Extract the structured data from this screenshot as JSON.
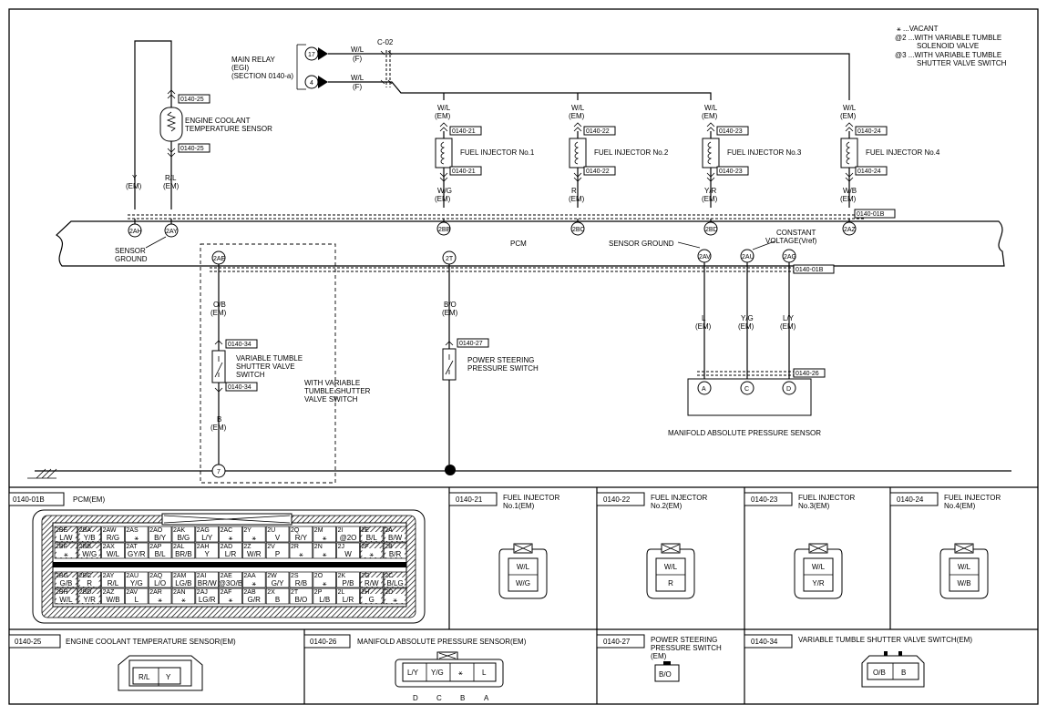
{
  "legend": {
    "vacant": "⚹ ...VACANT",
    "note2a": "@2 ...WITH VARIABLE TUMBLE",
    "note2b": "SOLENOID VALVE",
    "note3a": "@3 ...WITH VARIABLE TUMBLE",
    "note3b": "SHUTTER VALVE SWITCH"
  },
  "main_relay": {
    "line1": "MAIN RELAY",
    "line2": "(EGI)",
    "line3": "(SECTION 0140-a)",
    "term17": "17",
    "term4": "4",
    "w17": "W/L",
    "w17b": "(F)",
    "w4": "W/L",
    "w4b": "(F)",
    "conn": "C-02"
  },
  "ect": {
    "ref_top": "0140-25",
    "ref_bot": "0140-25",
    "name1": "ENGINE COOLANT",
    "name2": "TEMPERATURE SENSOR",
    "wire_y": "Y",
    "wire_y2": "(EM)",
    "wire_rl": "R/L",
    "wire_rl2": "(EM)",
    "t_2ah": "2AH",
    "t_2ay": "2AY",
    "sg1": "SENSOR",
    "sg2": "GROUND"
  },
  "injectors": [
    {
      "wtop": "W/L",
      "wtop2": "(EM)",
      "ref1": "0140-21",
      "ref2": "0140-21",
      "name": "FUEL INJECTOR No.1",
      "wbot": "W/G",
      "wbot2": "(EM)",
      "term": "2BB"
    },
    {
      "wtop": "W/L",
      "wtop2": "(EM)",
      "ref1": "0140-22",
      "ref2": "0140-22",
      "name": "FUEL INJECTOR No.2",
      "wbot": "R",
      "wbot2": "(EM)",
      "term": "2BC"
    },
    {
      "wtop": "W/L",
      "wtop2": "(EM)",
      "ref1": "0140-23",
      "ref2": "0140-23",
      "name": "FUEL INJECTOR No.3",
      "wbot": "Y/R",
      "wbot2": "(EM)",
      "term": "2BD"
    },
    {
      "wtop": "W/L",
      "wtop2": "(EM)",
      "ref1": "0140-24",
      "ref2": "0140-24",
      "name": "FUEL INJECTOR No.4",
      "wbot": "W/B",
      "wbot2": "(EM)",
      "term": "2AZ"
    }
  ],
  "pcm": {
    "label": "PCM",
    "ref1": "0140-01B",
    "ref2": "0140-01B",
    "sg": "SENSOR GROUND",
    "cv1": "CONSTANT",
    "cv2": "VOLTAGE(Vref)",
    "t_2ae": "2AE",
    "t_2t": "2T",
    "t_2av": "2AV",
    "t_2au": "2AU",
    "t_2ag": "2AG"
  },
  "vtsv": {
    "wire1": "O/B",
    "wire1b": "(EM)",
    "ref1": "0140-34",
    "ref2": "0140-34",
    "name1": "VARIABLE TUMBLE",
    "name2": "SHUTTER VALVE",
    "name3": "SWITCH",
    "wire2": "B",
    "wire2b": "(EM)",
    "gnd": "7",
    "with1": "WITH VARIABLE",
    "with2": "TUMBLE SHUTTER",
    "with3": "VALVE SWITCH"
  },
  "pss": {
    "wire": "B/O",
    "wire2": "(EM)",
    "ref": "0140-27",
    "name1": "POWER STEERING",
    "name2": "PRESSURE SWITCH"
  },
  "map": {
    "w1": "L",
    "w1b": "(EM)",
    "w2": "Y/G",
    "w2b": "(EM)",
    "w3": "L/Y",
    "w3b": "(EM)",
    "ref": "0140-26",
    "ta": "A",
    "tc": "C",
    "td": "D",
    "name": "MANIFOLD ABSOLUTE PRESSURE SENSOR"
  },
  "panels": {
    "pcm": {
      "code": "0140-01B",
      "title": "PCM(EM)"
    },
    "inj1": {
      "code": "0140-21",
      "t1": "FUEL INJECTOR",
      "t2": "No.1(EM)",
      "p1": "W/L",
      "p2": "W/G"
    },
    "inj2": {
      "code": "0140-22",
      "t1": "FUEL INJECTOR",
      "t2": "No.2(EM)",
      "p1": "W/L",
      "p2": "R"
    },
    "inj3": {
      "code": "0140-23",
      "t1": "FUEL INJECTOR",
      "t2": "No.3(EM)",
      "p1": "W/L",
      "p2": "Y/R"
    },
    "inj4": {
      "code": "0140-24",
      "t1": "FUEL INJECTOR",
      "t2": "No.4(EM)",
      "p1": "W/L",
      "p2": "W/B"
    },
    "ect": {
      "code": "0140-25",
      "title": "ENGINE COOLANT TEMPERATURE SENSOR(EM)",
      "p1": "R/L",
      "p2": "Y"
    },
    "map": {
      "code": "0140-26",
      "title": "MANIFOLD ABSOLUTE PRESSURE SENSOR(EM)",
      "p1": "L/Y",
      "p2": "Y/G",
      "p3": "⚹",
      "p4": "L",
      "l1": "D",
      "l2": "C",
      "l3": "B",
      "l4": "A"
    },
    "pss": {
      "code": "0140-27",
      "t1": "POWER STEERING",
      "t2": "PRESSURE SWITCH",
      "t3": "(EM)",
      "p1": "B/O"
    },
    "vtsv": {
      "code": "0140-34",
      "title": "VARIABLE TUMBLE SHUTTER VALVE SWITCH(EM)",
      "p1": "O/B",
      "p2": "B"
    }
  },
  "pcm_pins": [
    [
      [
        "2BE",
        "L/W"
      ],
      [
        "2BA",
        "Y/B"
      ],
      [
        "2AW",
        "R/G"
      ],
      [
        "2AS",
        "⚹"
      ],
      [
        "2AO",
        "B/Y"
      ],
      [
        "2AK",
        "B/G"
      ],
      [
        "2AG",
        "L/Y"
      ],
      [
        "2AC",
        "⚹"
      ],
      [
        "2Y",
        "⚹"
      ],
      [
        "2U",
        "V"
      ],
      [
        "2Q",
        "R/Y"
      ],
      [
        "2M",
        "⚹"
      ],
      [
        "2I",
        "@2O"
      ],
      [
        "2E",
        "B/L"
      ],
      [
        "2A",
        "B/W"
      ]
    ],
    [
      [
        "2BF",
        "⚹"
      ],
      [
        "2BB",
        "W/G"
      ],
      [
        "2AX",
        "W/L"
      ],
      [
        "2AT",
        "GY/R"
      ],
      [
        "2AP",
        "B/L"
      ],
      [
        "2AL",
        "BR/B"
      ],
      [
        "2AH",
        "Y"
      ],
      [
        "2AD",
        "L/R"
      ],
      [
        "2Z",
        "W/R"
      ],
      [
        "2V",
        "P"
      ],
      [
        "2R",
        "⚹"
      ],
      [
        "2N",
        "⚹"
      ],
      [
        "2J",
        "W"
      ],
      [
        "2F",
        "⚹"
      ],
      [
        "2B",
        "B/R"
      ]
    ],
    [
      [
        "2BG",
        "G/B"
      ],
      [
        "2BC",
        "R"
      ],
      [
        "2AY",
        "R/L"
      ],
      [
        "2AU",
        "Y/G"
      ],
      [
        "2AQ",
        "L/O"
      ],
      [
        "2AM",
        "LG/B"
      ],
      [
        "2AI",
        "BR/W"
      ],
      [
        "2AE",
        "@3O/B"
      ],
      [
        "2AA",
        "⚹"
      ],
      [
        "2W",
        "G/Y"
      ],
      [
        "2S",
        "R/B"
      ],
      [
        "2O",
        "⚹"
      ],
      [
        "2K",
        "P/B"
      ],
      [
        "2G",
        "R/W"
      ],
      [
        "2C",
        "B/LG"
      ]
    ],
    [
      [
        "2BH",
        "W/L"
      ],
      [
        "2BD",
        "Y/R"
      ],
      [
        "2AZ",
        "W/B"
      ],
      [
        "2AV",
        "L"
      ],
      [
        "2AR",
        "⚹"
      ],
      [
        "2AN",
        "⚹"
      ],
      [
        "2AJ",
        "LG/R"
      ],
      [
        "2AF",
        "⚹"
      ],
      [
        "2AB",
        "G/R"
      ],
      [
        "2X",
        "B"
      ],
      [
        "2T",
        "B/O"
      ],
      [
        "2P",
        "L/B"
      ],
      [
        "2L",
        "L/R"
      ],
      [
        "2H",
        "G"
      ],
      [
        "2D",
        "⚹"
      ]
    ]
  ]
}
